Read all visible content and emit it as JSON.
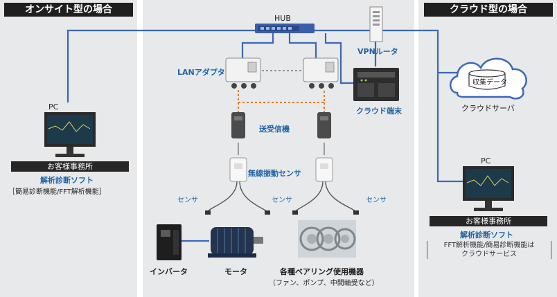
{
  "left_panel": {
    "title": "オンサイト型の場合"
  },
  "right_panel": {
    "title": "クラウド型の場合"
  },
  "center": {
    "hub": "HUB",
    "vpn_router": "VPNルータ",
    "lan_adapter": "LANアダプタ",
    "cloud_terminal": "クラウド端末",
    "transceiver": "送受信機",
    "wireless_sensor": "無線振動センサ",
    "sensor_label": "センサ",
    "inverter": "インバータ",
    "motor": "モータ",
    "bearings_title": "各種ベアリング使用機器",
    "bearings_sub": "（ファン、ポンプ、中間軸受など）"
  },
  "onsite": {
    "pc": "PC",
    "office": "お客様事務所",
    "software": "解析診断ソフト",
    "features": "［簡易診断機能/FFT解析機能］"
  },
  "cloud": {
    "data": "収集データ",
    "server": "クラウドサーバ",
    "pc": "PC",
    "office": "お客様事務所",
    "software": "解析診断ソフト",
    "features_1": "FFT解析機能/簡易診断機能は",
    "features_2": "クラウドサービス"
  },
  "colors": {
    "accent": "#1f63a8",
    "link": "#3a68b8",
    "wireless": "#e07a2c",
    "panel": "#e8e9ea"
  }
}
